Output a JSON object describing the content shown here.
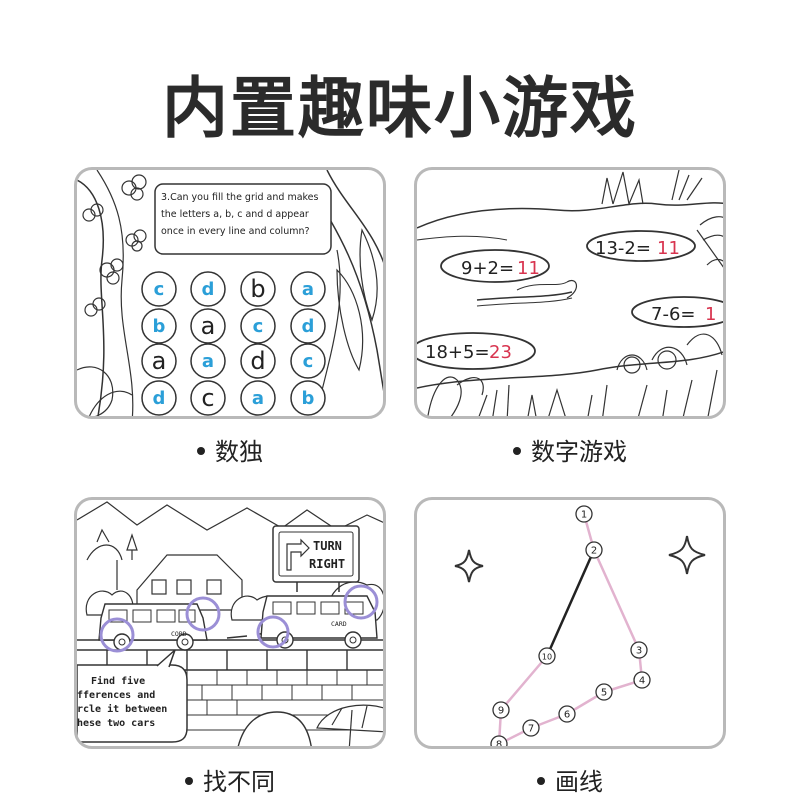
{
  "title": "内置趣味小游戏",
  "panels": [
    {
      "caption": "数独",
      "question": [
        "3.Can you fill the grid and makes",
        "the letters a, b, c and d appear",
        "once in every line and column?"
      ],
      "grid": [
        [
          {
            "t": "c",
            "blue": true
          },
          {
            "t": "d",
            "blue": true
          },
          {
            "t": "b",
            "blue": false
          },
          {
            "t": "a",
            "blue": true
          }
        ],
        [
          {
            "t": "b",
            "blue": true
          },
          {
            "t": "a",
            "blue": false
          },
          {
            "t": "c",
            "blue": true
          },
          {
            "t": "d",
            "blue": true
          }
        ],
        [
          {
            "t": "a",
            "blue": false
          },
          {
            "t": "a",
            "blue": true
          },
          {
            "t": "d",
            "blue": false
          },
          {
            "t": "c",
            "blue": true
          }
        ],
        [
          {
            "t": "d",
            "blue": true
          },
          {
            "t": "c",
            "blue": false
          },
          {
            "t": "a",
            "blue": true
          },
          {
            "t": "b",
            "blue": true
          }
        ]
      ]
    },
    {
      "caption": "数字游戏",
      "equations": [
        {
          "expr": "13-2=",
          "answer": "11"
        },
        {
          "expr": "9+2=",
          "answer": "11"
        },
        {
          "expr": "7-6=",
          "answer": "1"
        },
        {
          "expr": "18+5=",
          "answer": "23"
        }
      ]
    },
    {
      "caption": "找不同",
      "sign": [
        "TURN",
        "RIGHT"
      ],
      "car_label": "CORD",
      "car_label_2": "CARD",
      "bubble": [
        "Find five",
        "fferences and",
        "rcle it between",
        "hese two cars"
      ]
    },
    {
      "caption": "画线",
      "points": [
        "1",
        "2",
        "3",
        "4",
        "5",
        "6",
        "7",
        "8",
        "9",
        "10"
      ]
    }
  ],
  "colors": {
    "blue_letter": "#2b9fd8",
    "red_answer": "#d8344f",
    "circle_mark": "#9b8fd6",
    "pink_line": "#e2b3cf",
    "card_border": "#b9b9b9"
  }
}
